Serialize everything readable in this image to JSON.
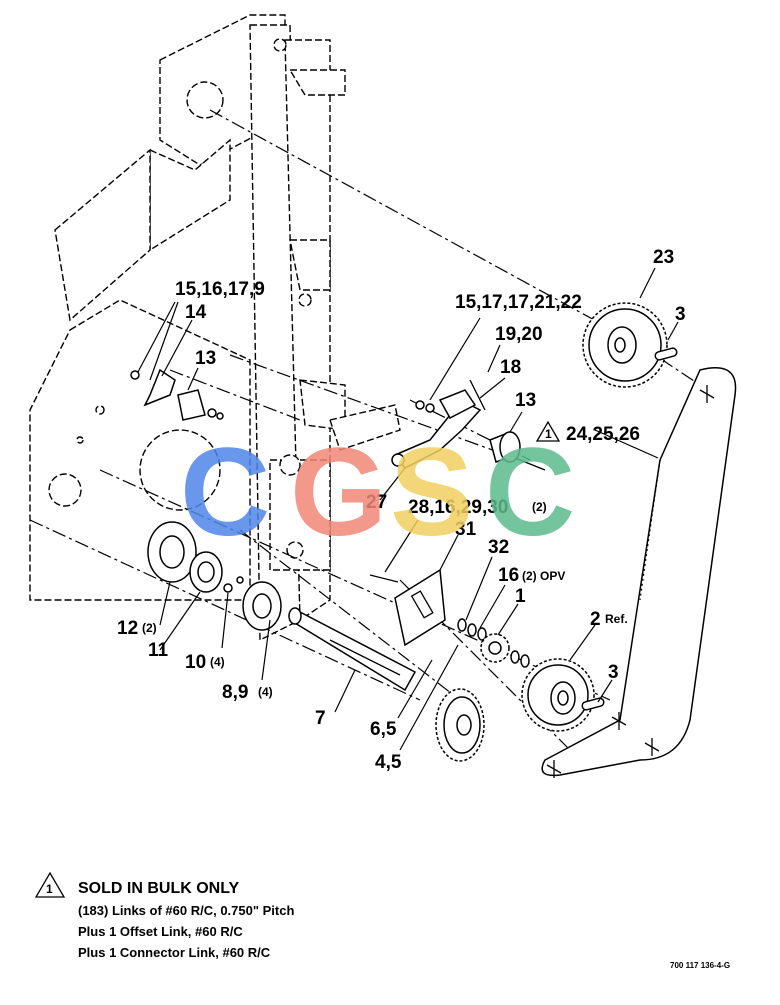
{
  "callouts": [
    {
      "text": "23"
    },
    {
      "text": "3"
    },
    {
      "text": "15,16,17,9"
    },
    {
      "text": "14"
    },
    {
      "text": "15,17,17,21,22"
    },
    {
      "text": "19,20"
    },
    {
      "text": "18"
    },
    {
      "text": "13"
    },
    {
      "text": "13"
    },
    {
      "text": "24,25,26"
    },
    {
      "text": "27"
    },
    {
      "text": "28,16,29,30"
    },
    {
      "text": "31"
    },
    {
      "text": "32"
    },
    {
      "text": "16"
    },
    {
      "text": "1"
    },
    {
      "text": "2"
    },
    {
      "text": "12"
    },
    {
      "text": "11"
    },
    {
      "text": "10"
    },
    {
      "text": "8,9"
    },
    {
      "text": "7"
    },
    {
      "text": "6,5"
    },
    {
      "text": "4,5"
    },
    {
      "text": "3"
    }
  ],
  "qualifiers": {
    "two": "(2)",
    "two_b": "(2)",
    "four_a": "(4)",
    "four_b": "(4)",
    "opv": "(2) OPV",
    "ref": "Ref."
  },
  "note_marker": "1",
  "note": {
    "title": "SOLD IN BULK ONLY",
    "lines": [
      "(183) Links of #60 R/C, 0.750\" Pitch",
      "Plus 1 Offset Link, #60 R/C",
      "Plus 1 Connector Link, #60 R/C"
    ]
  },
  "figure_number": "700 117 136-4-G",
  "watermark": {
    "letters": [
      "C",
      "G",
      "S",
      "C"
    ],
    "colors": [
      "#4f86e8",
      "#f08878",
      "#f2d060",
      "#5cbc8c"
    ]
  }
}
